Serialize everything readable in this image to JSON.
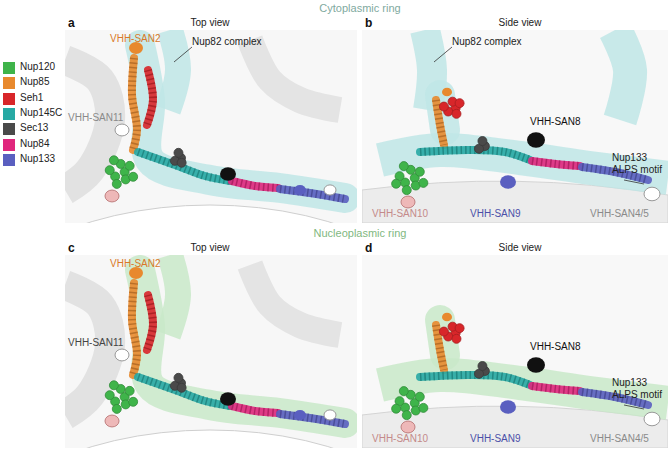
{
  "diagram": {
    "labels": [
      "Cytoplasmic ring",
      "a",
      "Top view",
      "b",
      "Side view",
      "VHH-SAN2",
      "Nup82 complex",
      "VHH-SAN11",
      "Nup82 complex",
      "VHH-SAN8",
      "Nup133 ALPS motif",
      "VHH-SAN10",
      "VHH-SAN9",
      "VHH-SAN4/5",
      "Nucleoplasmic ring",
      "c",
      "Top view",
      "d",
      "Side view",
      "VHH-SAN2",
      "VHH-SAN11",
      "VHH-SAN8",
      "Nup133 ALPS motif",
      "VHH-SAN10",
      "VHH-SAN9",
      "VHH-SAN4/5"
    ],
    "legend": [
      {
        "text": "Nup120",
        "color": "#3fb44a"
      },
      {
        "text": "Nup85",
        "color": "#e8892e"
      },
      {
        "text": "Seh1",
        "color": "#d8262a"
      },
      {
        "text": "Nup145C",
        "color": "#27a9a4"
      },
      {
        "text": "Sec13",
        "color": "#4a4a4a"
      },
      {
        "text": "Nup84",
        "color": "#e0277d"
      },
      {
        "text": "Nup133",
        "color": "#5a5fc0"
      }
    ]
  }
}
